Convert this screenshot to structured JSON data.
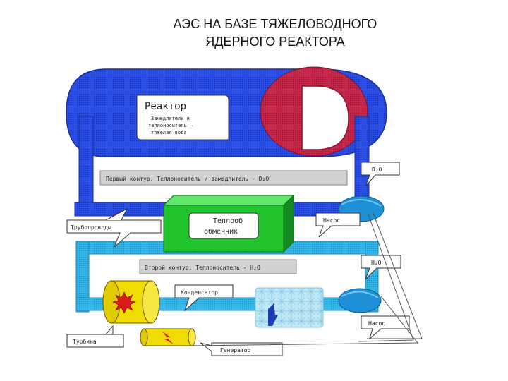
{
  "title_line1": "АЭС НА БАЗЕ ТЯЖЕЛОВОДНОГО",
  "title_line2": "ЯДЕРНОГО РЕАКТОРА",
  "reactor": {
    "title": "Реактор",
    "desc_line1": "Замедлитель и",
    "desc_line2": "теплоноситель –",
    "desc_line3": "тяжелая вода"
  },
  "primary_circuit_label": "Первый контур. Теплоноситель и замедлитель - D₂O",
  "heat_exchanger": {
    "line1": "Теплооб",
    "line2": "обменник"
  },
  "pipelines_label": "Трубопроводы",
  "d2o_label": "D₂O",
  "pump_top_label": "Насос",
  "h2o_label": "H₂O",
  "secondary_circuit_label": "Второй контур. Теплоноситель - H₂O",
  "condenser_label": "Конденсатор",
  "pump_bottom_label": "Насос",
  "turbine_label": "Турбина",
  "generator_label": "Генератор",
  "colors": {
    "primary_pipe": "#2a4ee8",
    "secondary_pipe": "#33b7ea",
    "reactor_body": "#2f4fe0",
    "reactor_dome": "#c8274a",
    "heat_exchanger": "#22c42e",
    "turbine": "#f0dc00",
    "pump": "#1e90d8",
    "condenser": "#bfe8f5"
  }
}
